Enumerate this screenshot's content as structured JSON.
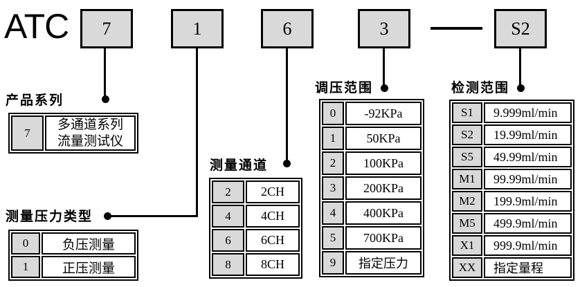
{
  "code": {
    "brand": "ATC",
    "boxes": {
      "series": "7",
      "pressure_type": "1",
      "channels": "6",
      "pressure_range": "3",
      "detection_range": "S2"
    }
  },
  "sections": {
    "series": {
      "title": "产品系列",
      "rows": [
        {
          "code": "7",
          "line1": "多通道系列",
          "line2": "流量测试仪"
        }
      ]
    },
    "pressure_type": {
      "title": "测量压力类型",
      "rows": [
        {
          "code": "0",
          "label": "负压测量"
        },
        {
          "code": "1",
          "label": "正压测量"
        }
      ]
    },
    "channels": {
      "title": "测量通道",
      "rows": [
        {
          "code": "2",
          "label": "2CH"
        },
        {
          "code": "4",
          "label": "4CH"
        },
        {
          "code": "6",
          "label": "6CH"
        },
        {
          "code": "8",
          "label": "8CH"
        }
      ]
    },
    "pressure_range": {
      "title": "调压范围",
      "rows": [
        {
          "code": "0",
          "label": "-92KPa"
        },
        {
          "code": "1",
          "label": "50KPa"
        },
        {
          "code": "2",
          "label": "100KPa"
        },
        {
          "code": "3",
          "label": "200KPa"
        },
        {
          "code": "4",
          "label": "400KPa"
        },
        {
          "code": "5",
          "label": "700KPa"
        },
        {
          "code": "9",
          "label": "指定压力"
        }
      ]
    },
    "detection_range": {
      "title": "检测范围",
      "rows": [
        {
          "code": "S1",
          "label": "9.999ml/min"
        },
        {
          "code": "S2",
          "label": "19.99ml/min"
        },
        {
          "code": "S5",
          "label": "49.99ml/min"
        },
        {
          "code": "M1",
          "label": "99.99ml/min"
        },
        {
          "code": "M2",
          "label": "199.9ml/min"
        },
        {
          "code": "M5",
          "label": "499.9ml/min"
        },
        {
          "code": "X1",
          "label": "999.9ml/min"
        },
        {
          "code": "XX",
          "label": "指定量程"
        }
      ]
    }
  },
  "colors": {
    "box_fill": "#d9d9d9",
    "line": "#000000",
    "background": "#ffffff"
  }
}
